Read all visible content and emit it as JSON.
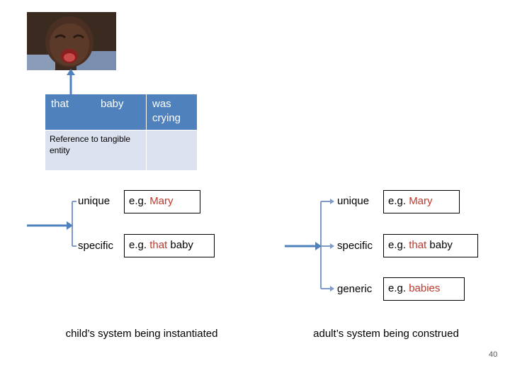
{
  "top_table": {
    "that": "that",
    "baby": "baby",
    "was_crying": "was crying",
    "reference": "Reference to tangible entity"
  },
  "child_system": {
    "unique_label": "unique",
    "unique_example_prefix": "e.g. ",
    "unique_example_word": "Mary",
    "specific_label": "specific",
    "specific_example_prefix": "e.g. ",
    "specific_example_word": "that",
    "specific_example_suffix": " baby",
    "caption": "child’s system being instantiated"
  },
  "adult_system": {
    "unique_label": "unique",
    "unique_example_prefix": "e.g. ",
    "unique_example_word": "Mary",
    "specific_label": "specific",
    "specific_example_prefix": "e.g. ",
    "specific_example_word": "that",
    "specific_example_suffix": " baby",
    "generic_label": "generic",
    "generic_example_prefix": "e.g. ",
    "generic_example_word": "babies",
    "caption": "adult’s system being construed"
  },
  "page_number": "40",
  "colors": {
    "accent_blue": "#4f81bd",
    "grey_cell": "#dbe1ee",
    "example_red": "#c0392b",
    "arrow": "#4f81bd"
  }
}
